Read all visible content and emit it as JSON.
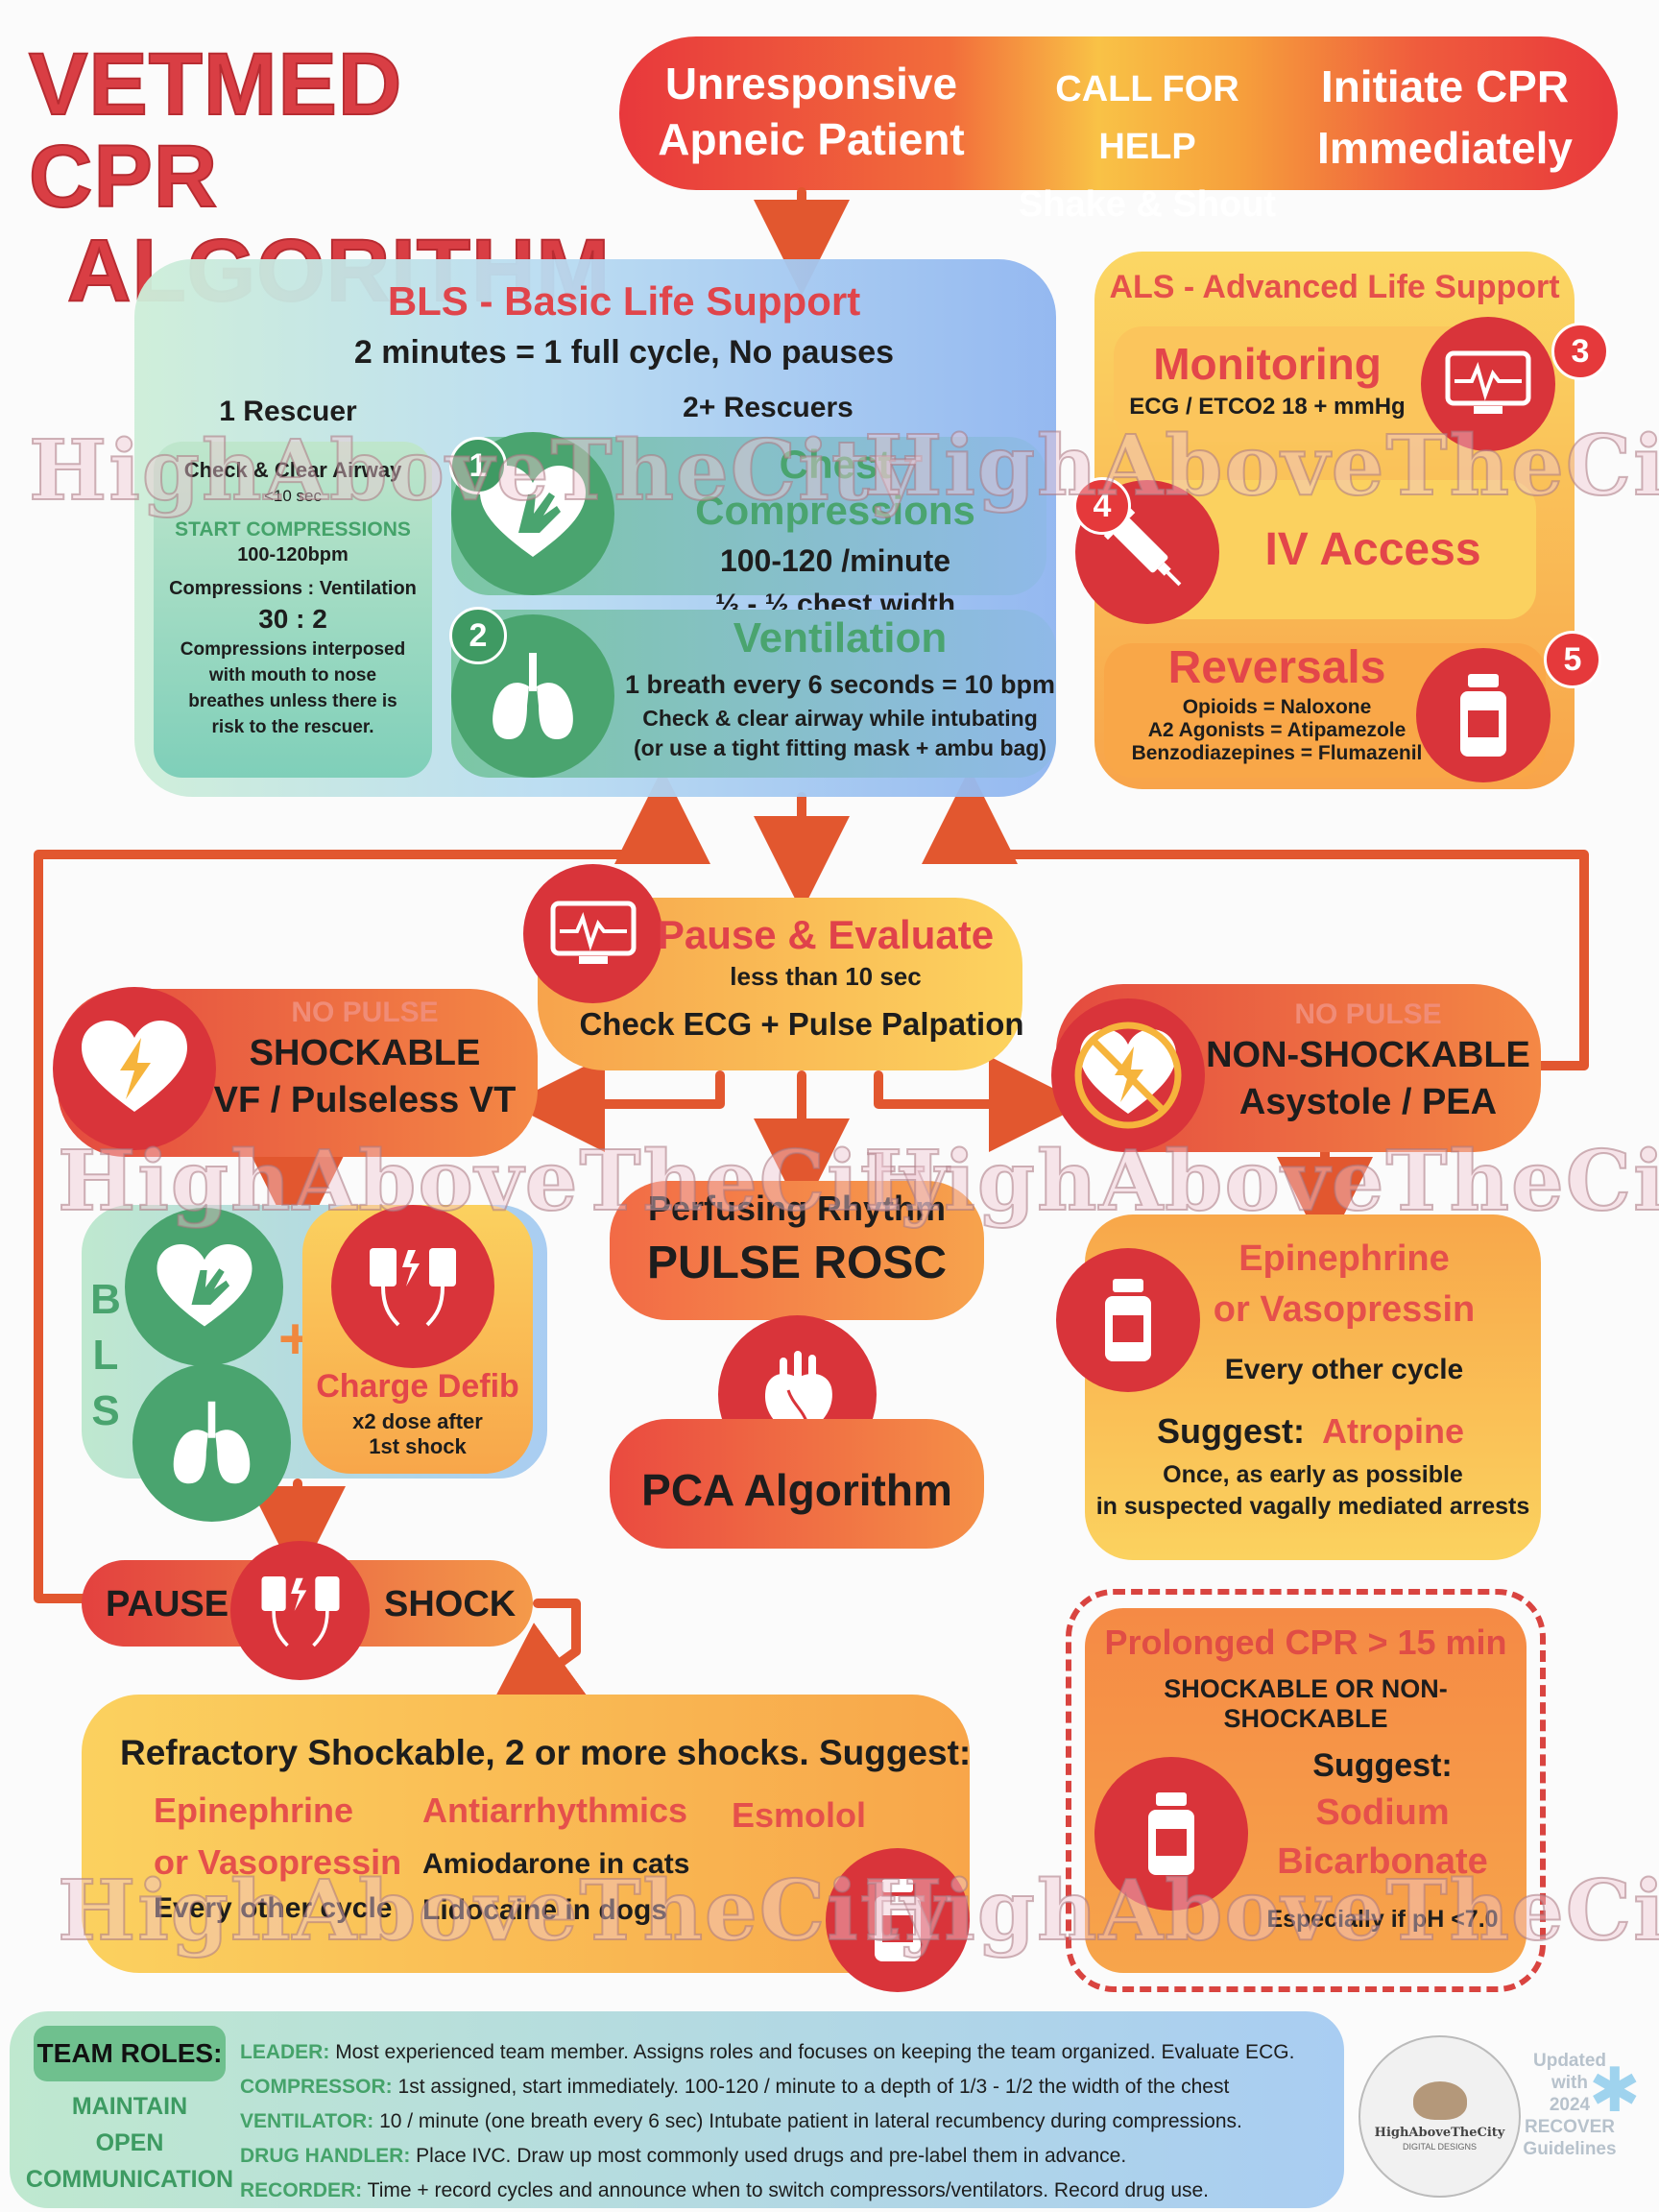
{
  "title": {
    "line1": "VETMED CPR",
    "line2": "ALGORITHM"
  },
  "top_banner": {
    "left_line1": "Unresponsive",
    "left_line2": "Apneic Patient",
    "mid_line1": "CALL FOR HELP",
    "mid_line2": "Shake & Shout",
    "right_line1": "Initiate CPR",
    "right_line2": "Immediately"
  },
  "bls": {
    "title": "BLS - Basic Life Support",
    "subtitle": "2 minutes = 1 full cycle, No pauses",
    "one_rescuer": "1 Rescuer",
    "two_rescuers": "2+ Rescuers",
    "rescuer_box": {
      "l1": "Check & Clear Airway",
      "l2": "<10 sec",
      "l3": "START COMPRESSIONS",
      "l4": "100-120bpm",
      "l5": "Compressions : Ventilation",
      "l6": "30 : 2",
      "l7": "Compressions interposed",
      "l8": "with mouth to nose",
      "l9": "breathes unless there is",
      "l10": "risk to the rescuer."
    },
    "compressions": {
      "badge": "1",
      "title": "Chest Compressions",
      "rate": "100-120 /minute",
      "depth": "⅓ - ½ chest width"
    },
    "ventilation": {
      "badge": "2",
      "title": "Ventilation",
      "l1": "1 breath every 6 seconds = 10 bpm",
      "l2": "Check & clear airway while intubating",
      "l3": "(or use a tight fitting mask + ambu bag)"
    }
  },
  "als": {
    "title": "ALS - Advanced Life Support",
    "monitoring": {
      "badge": "3",
      "title": "Monitoring",
      "text": "ECG / ETCO2 18 + mmHg"
    },
    "iv": {
      "badge": "4",
      "title": "IV Access"
    },
    "reversals": {
      "badge": "5",
      "title": "Reversals",
      "l1": "Opioids = Naloxone",
      "l2": "A2 Agonists = Atipamezole",
      "l3": "Benzodiazepines = Flumazenil"
    }
  },
  "pause_eval": {
    "title": "Pause & Evaluate",
    "l1": "less than 10 sec",
    "l2": "Check ECG + Pulse Palpation"
  },
  "shockable": {
    "top": "NO PULSE",
    "l1": "SHOCKABLE",
    "l2": "VF / Pulseless VT"
  },
  "nonshockable": {
    "top": "NO PULSE",
    "l1": "NON-SHOCKABLE",
    "l2": "Asystole / PEA"
  },
  "rosc": {
    "l1": "Perfusing Rhythm",
    "l2": "PULSE  ROSC",
    "pca": "PCA Algorithm"
  },
  "bls_defib": {
    "letters": [
      "B",
      "L",
      "S"
    ],
    "plus": "+",
    "charge": "Charge Defib",
    "dose1": "x2 dose after",
    "dose2": "1st shock"
  },
  "epi_box": {
    "title1": "Epinephrine",
    "title2": "or Vasopressin",
    "every": "Every other cycle",
    "suggest": "Suggest:",
    "atropine": "Atropine",
    "l1": "Once, as early as possible",
    "l2": "in suspected vagally mediated arrests"
  },
  "pause_shock": {
    "pause": "PAUSE",
    "shock": "SHOCK"
  },
  "refractory": {
    "title": "Refractory Shockable, 2 or more shocks. Suggest:",
    "epi1": "Epinephrine",
    "epi2": "or Vasopressin",
    "every": "Every other cycle",
    "anti": "Antiarrhythmics",
    "amio": "Amiodarone in cats",
    "lido": "Lidocaine in dogs",
    "esmolol": "Esmolol"
  },
  "prolonged": {
    "title": "Prolonged CPR > 15 min",
    "sub": "SHOCKABLE OR NON-SHOCKABLE",
    "suggest": "Suggest:",
    "d1": "Sodium",
    "d2": "Bicarbonate",
    "note": "Especially if pH <7.0"
  },
  "team": {
    "label": "TEAM ROLES:",
    "maintain1": "MAINTAIN",
    "maintain2": "OPEN",
    "maintain3": "COMMUNICATION",
    "roles": [
      {
        "role": "LEADER:",
        "text": "Most experienced team member. Assigns roles and focuses on keeping the team organized. Evaluate ECG."
      },
      {
        "role": "COMPRESSOR:",
        "text": "1st assigned, start immediately. 100-120 / minute to a depth of 1/3 - 1/2  the width of the chest"
      },
      {
        "role": "VENTILATOR:",
        "text": "10 / minute (one breath every 6 sec) Intubate patient in lateral recumbency during compressions."
      },
      {
        "role": "DRUG HANDLER:",
        "text": "Place IVC. Draw up most commonly used drugs and pre-label them in advance."
      },
      {
        "role": "RECORDER:",
        "text": "Time + record cycles and announce when to switch compressors/ventilators. Record drug use."
      }
    ]
  },
  "footer": {
    "updated1": "Updated",
    "updated2": "with",
    "updated3": "2024",
    "updated4": "RECOVER",
    "updated5": "Guidelines",
    "logo_text": "HighAboveTheCity",
    "logo_sub": "DIGITAL DESIGNS"
  },
  "watermark": "HighAboveTheCity",
  "colors": {
    "red": "#e03a3c",
    "orange": "#f37a3c",
    "yellow": "#fbd35a",
    "green": "#49a56e",
    "blue": "#8fb7ef",
    "arrow": "#e2572f"
  }
}
